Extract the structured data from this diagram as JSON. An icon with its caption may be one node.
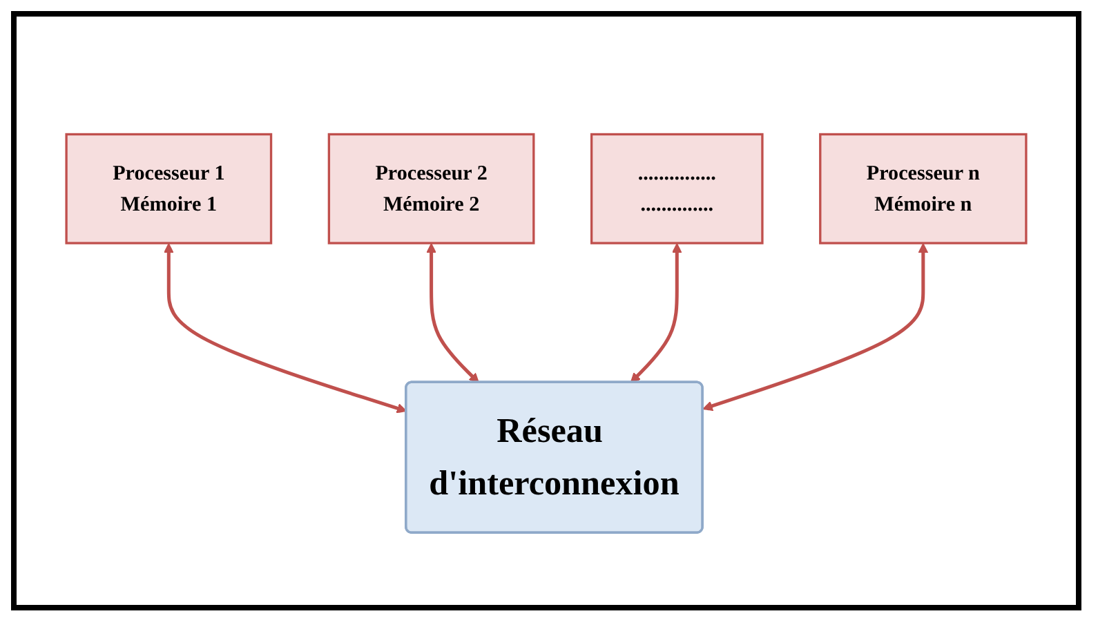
{
  "diagram": {
    "nodes": [
      {
        "text": [
          "Processeur 1",
          "Mémoire  1"
        ]
      },
      {
        "text": [
          "Processeur 2",
          "Mémoire 2"
        ]
      },
      {
        "text": [
          "...............",
          ".............."
        ]
      },
      {
        "text": [
          "Processeur n",
          "Mémoire n"
        ]
      },
      {
        "text": [
          "Réseau d'interconnexion"
        ]
      }
    ],
    "edges": [
      {
        "from": 0,
        "to": 4,
        "arrow": "both"
      },
      {
        "from": 1,
        "to": 4,
        "arrow": "both"
      },
      {
        "from": 2,
        "to": 4,
        "arrow": "both"
      },
      {
        "from": 3,
        "to": 4,
        "arrow": "both"
      }
    ]
  }
}
